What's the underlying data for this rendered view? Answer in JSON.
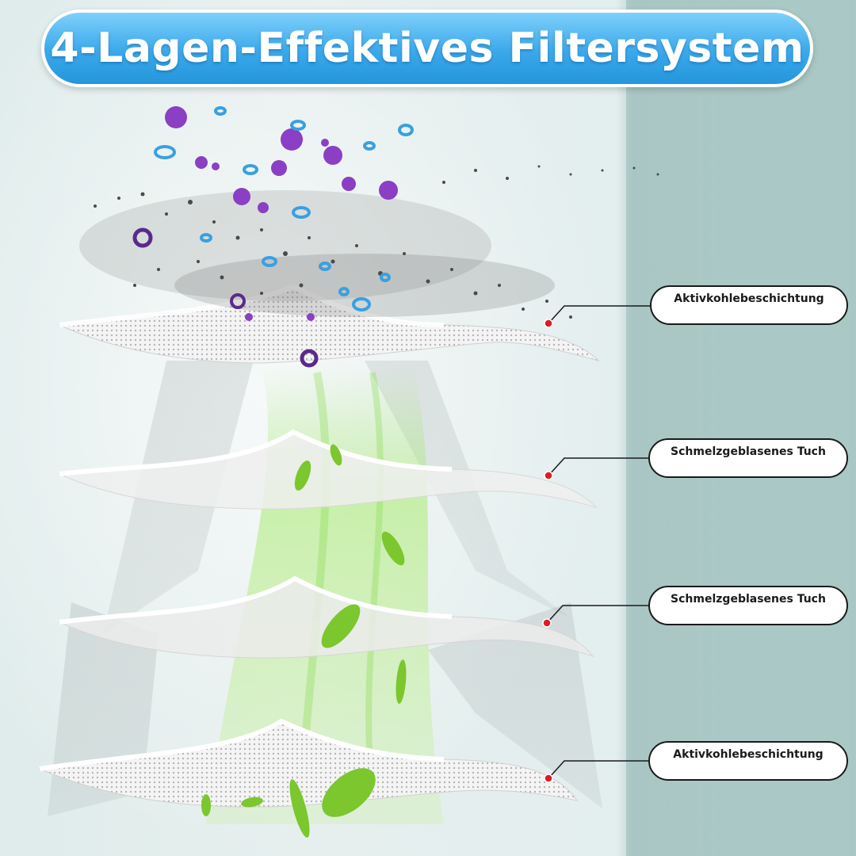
{
  "title": "4-Lagen-Effektives Filtersystem",
  "layers": [
    {
      "label": "Aktivkohlebeschichtung"
    },
    {
      "label": "Schmelzgeblasenes Tuch"
    },
    {
      "label": "Schmelzgeblasenes Tuch"
    },
    {
      "label": "Aktivkohlebeschichtung"
    }
  ],
  "colors": {
    "title_gradient_top": "#7fd0fb",
    "title_gradient_bottom": "#2596dc",
    "marker": "#e01b24",
    "pollen": "#8a3fc4",
    "dust": "#4a4a4a",
    "bacteria": "#3aa0e0",
    "leaf": "#7cc62e"
  },
  "icons": [
    "dust-particle-icon",
    "pollen-virus-icon",
    "bacteria-icon",
    "leaf-icon",
    "marker-dot-icon"
  ]
}
